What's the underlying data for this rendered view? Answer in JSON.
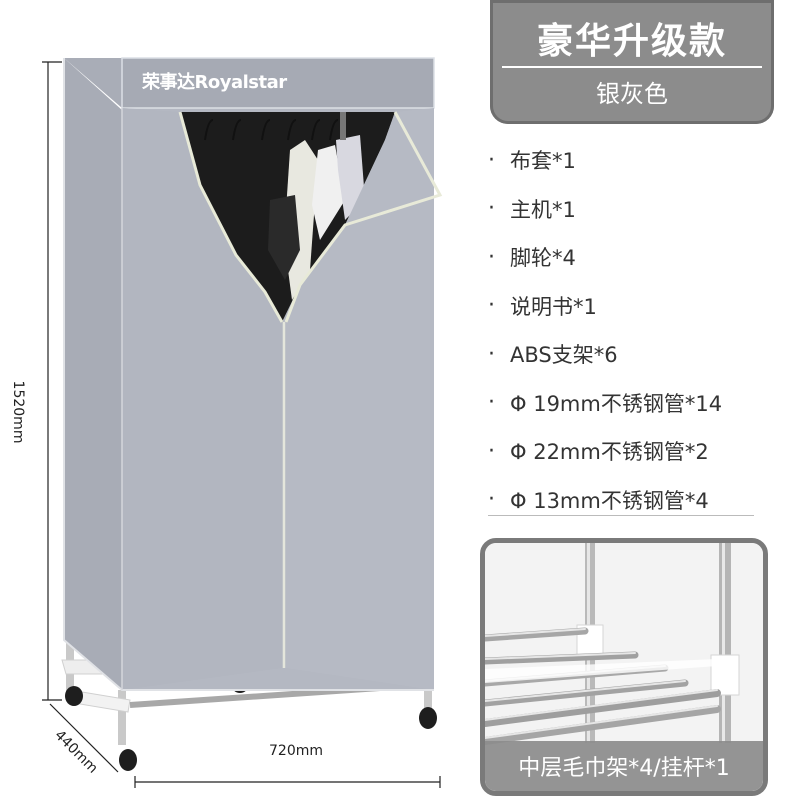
{
  "product": {
    "brand": "荣事达Royalstar",
    "dims": {
      "height": "1520mm",
      "depth": "440mm",
      "width": "720mm"
    }
  },
  "title": {
    "main": "豪华升级款",
    "sub": "银灰色"
  },
  "parts": [
    {
      "label": "布套*1"
    },
    {
      "label": "主机*1"
    },
    {
      "label": "脚轮*4"
    },
    {
      "label": "说明书*1"
    },
    {
      "label": "ABS支架*6"
    },
    {
      "label": "Φ 19mm不锈钢管*14"
    },
    {
      "label": "Φ 22mm不锈钢管*2"
    },
    {
      "label": "Φ 13mm不锈钢管*4"
    }
  ],
  "bullet_symbol": "·",
  "detail": {
    "caption": "中层毛巾架*4/挂杆*1"
  },
  "colors": {
    "cover": "#b4b8c2",
    "title_bg": "#8c8c8c",
    "caption_bg": "#8c8c8c"
  }
}
